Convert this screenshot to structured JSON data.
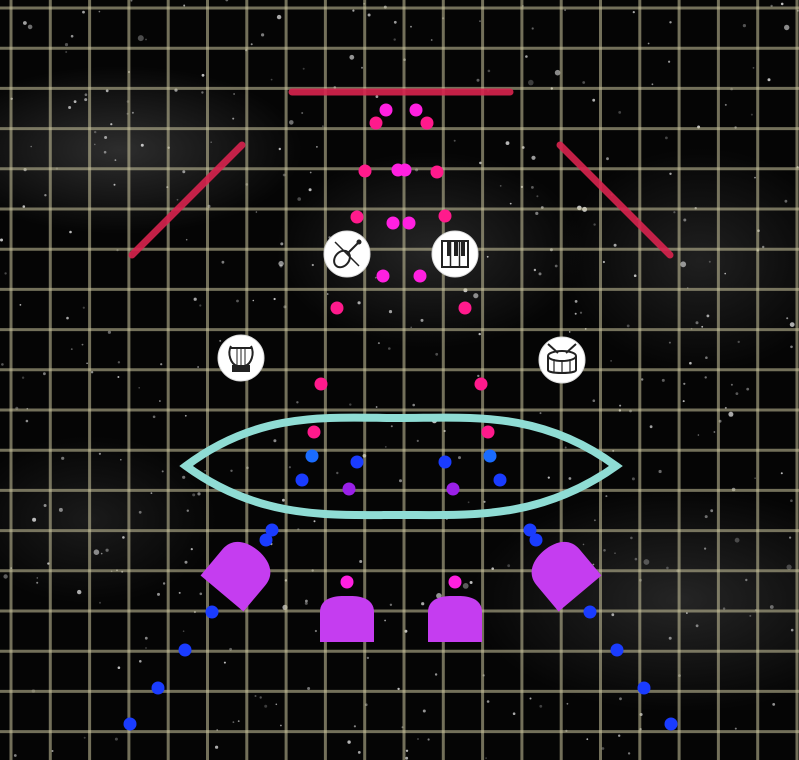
{
  "game": {
    "grid": {
      "color": "#cdc8a0"
    },
    "top_lane_lines": {
      "color": "#d8234e"
    },
    "judgement_ring": {
      "color": "#8fdcd4"
    },
    "instruments": [
      {
        "id": "violin",
        "icon": "violin-icon",
        "label": "violin"
      },
      {
        "id": "piano",
        "icon": "piano-keys-icon",
        "label": "piano"
      },
      {
        "id": "lyre",
        "icon": "lyre-icon",
        "label": "lyre"
      },
      {
        "id": "drum",
        "icon": "drum-icon",
        "label": "drum"
      }
    ],
    "note_colors": {
      "pink": "#ff1a8c",
      "magenta": "#ff20e0",
      "blue": "#1a3cff",
      "mid_blue": "#1a6cff",
      "purple": "#9a20e8"
    },
    "pads": {
      "color": "#c53df0",
      "count": 4
    }
  }
}
